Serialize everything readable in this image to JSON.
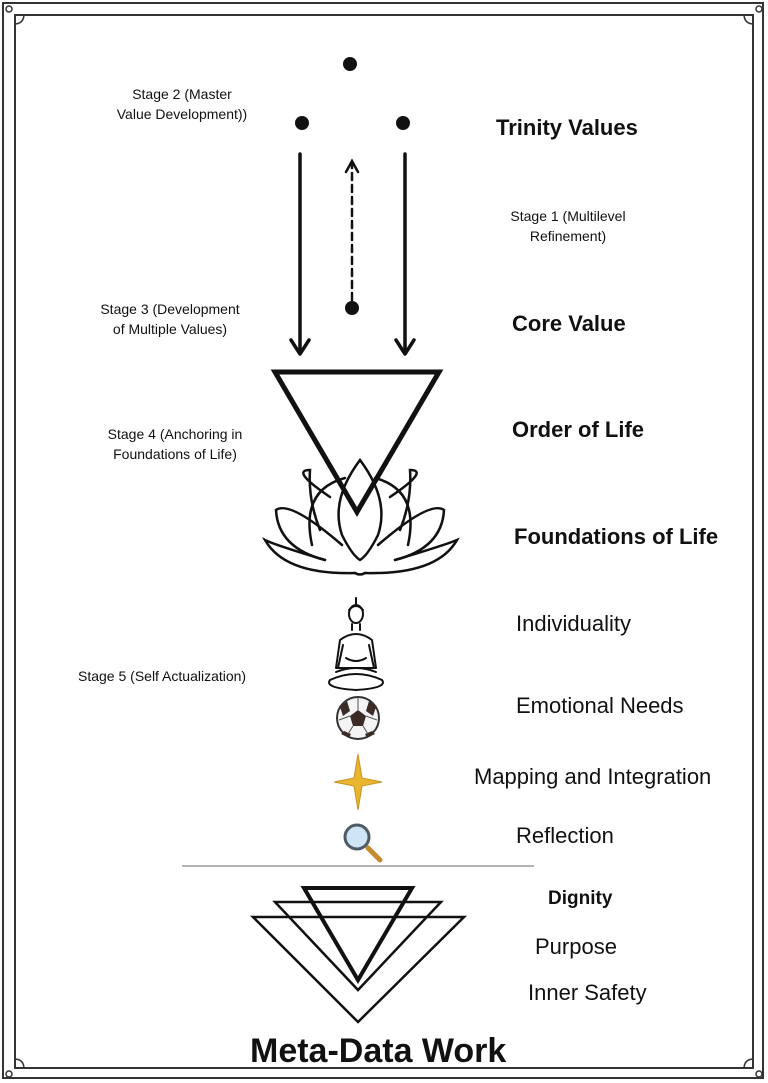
{
  "stages": {
    "stage2_line1": "Stage 2 (Master",
    "stage2_line2": "Value Development))",
    "stage1_line1": "Stage 1 (Multilevel",
    "stage1_line2": "Refinement)",
    "stage3_line1": "Stage 3 (Development",
    "stage3_line2": "of Multiple Values)",
    "stage4_line1": "Stage 4 (Anchoring in",
    "stage4_line2": "Foundations of Life)",
    "stage5": "Stage 5 (Self Actualization)"
  },
  "levels": {
    "trinity": "Trinity Values",
    "core": "Core Value",
    "order": "Order of Life",
    "foundations": "Foundations of Life",
    "individuality": "Individuality",
    "emotional": "Emotional Needs",
    "mapping": "Mapping and Integration",
    "reflection": "Reflection",
    "dignity": "Dignity",
    "purpose": "Purpose",
    "inner_safety": "Inner Safety"
  },
  "title": "Meta-Data Work",
  "icons": {
    "buddha": "buddha-icon",
    "soccer": "soccer-ball-icon",
    "sparkle": "sparkle-icon",
    "magnifier": "magnifying-glass-icon"
  },
  "colors": {
    "ink": "#111111",
    "gold": "#e8b630",
    "glass": "#9fc6e6",
    "handle": "#c58a2e"
  }
}
